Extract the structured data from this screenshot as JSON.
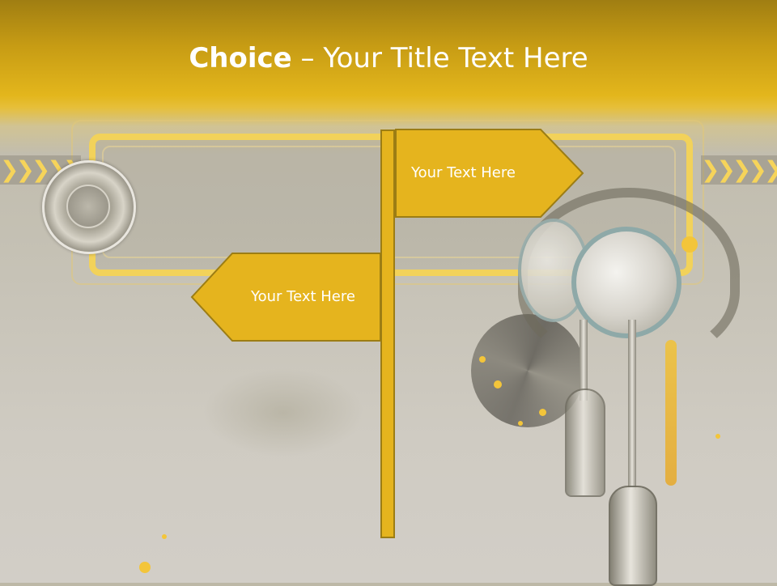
{
  "slide": {
    "title_bold": "Choice",
    "title_rest": " – Your Title Text Here"
  },
  "signs": [
    {
      "label": "Your Text Here",
      "direction": "right"
    },
    {
      "label": "Your Text Here",
      "direction": "left"
    }
  ],
  "colors": {
    "accent": "#e5b41e",
    "accent_dark": "#9c7d14",
    "text": "#ffffff",
    "background": "#cfcbc2"
  }
}
